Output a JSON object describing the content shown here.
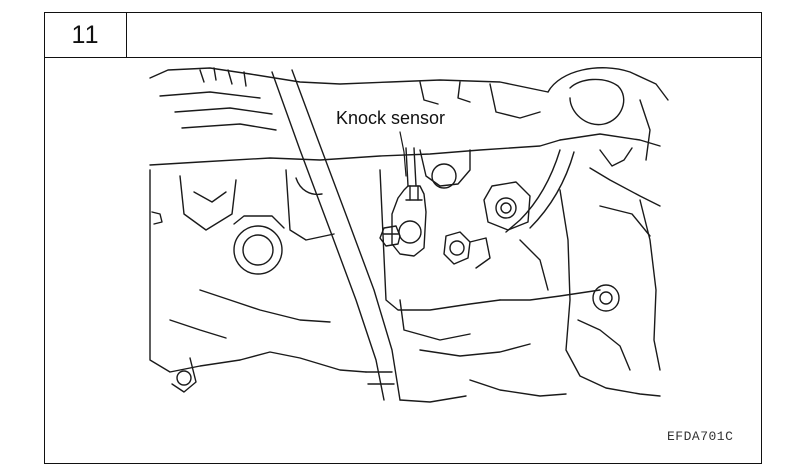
{
  "step": {
    "number": "11",
    "title": ""
  },
  "figure": {
    "callout_label": "Knock sensor",
    "code": "EFDA701C"
  }
}
